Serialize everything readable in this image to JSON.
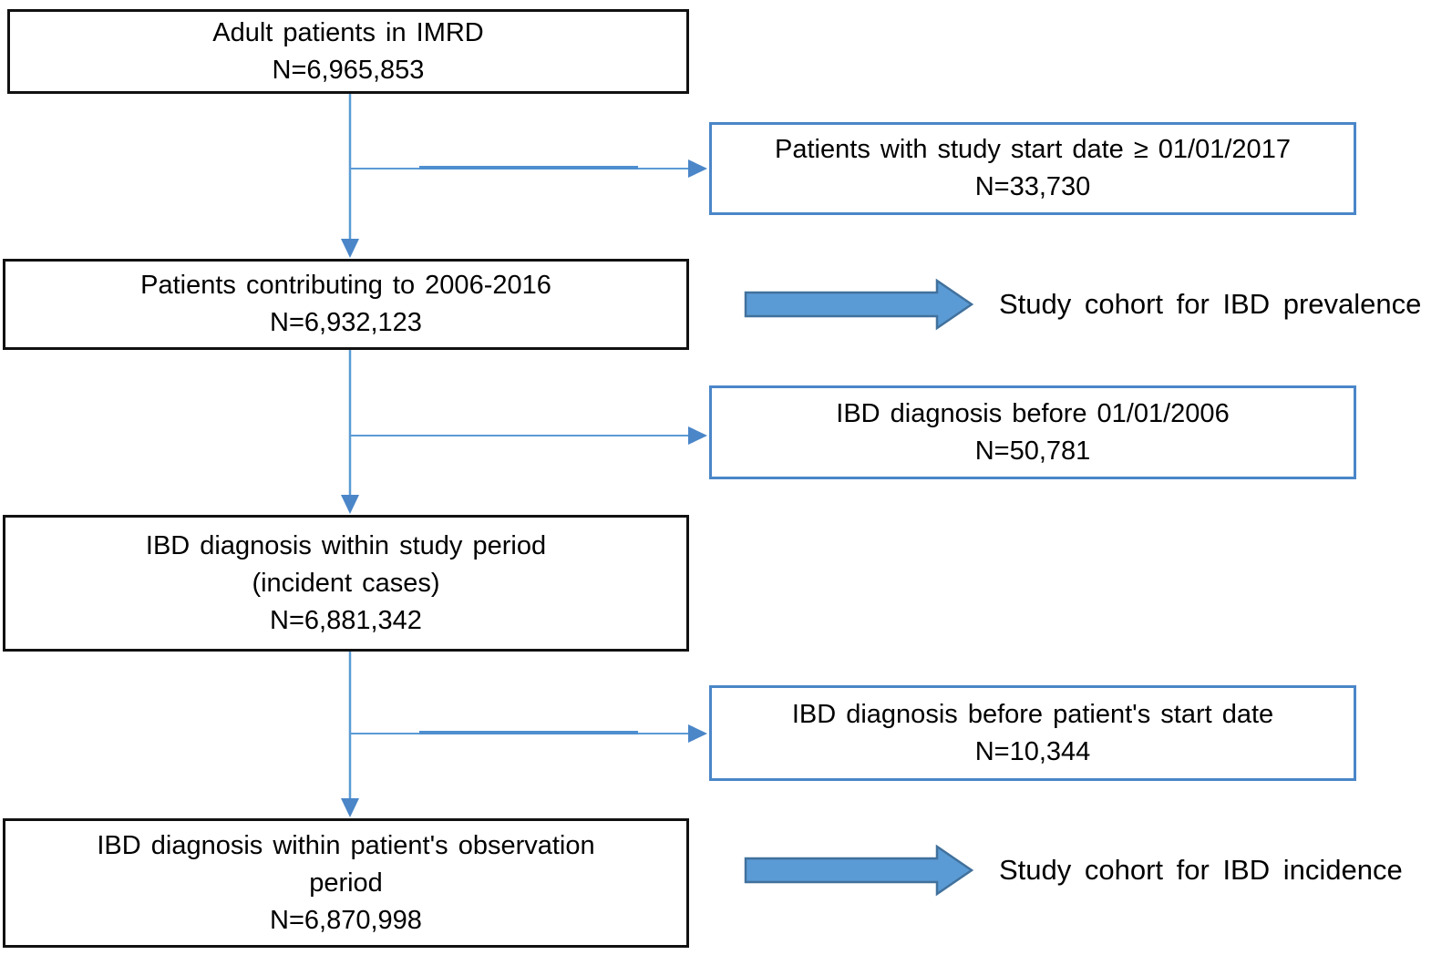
{
  "diagram": {
    "description": "Patient selection flowchart",
    "main_boxes": [
      {
        "id": "adult-patients-imrd",
        "lines": [
          "Adult patients in IMRD",
          "N=6,965,853"
        ]
      },
      {
        "id": "patients-contributing-2006-2016",
        "lines": [
          "Patients contributing to 2006-2016",
          "N=6,932,123"
        ]
      },
      {
        "id": "ibd-diagnosis-within-study-period",
        "lines": [
          "IBD diagnosis within study period",
          "(incident cases)",
          "N=6,881,342"
        ]
      },
      {
        "id": "ibd-diagnosis-within-observation-period",
        "lines": [
          "IBD diagnosis within patient's observation",
          "period",
          "N=6,870,998"
        ]
      }
    ],
    "exclusion_boxes": [
      {
        "id": "excl-study-start-date",
        "lines": [
          "Patients with study start date ≥ 01/01/2017",
          "N=33,730"
        ]
      },
      {
        "id": "excl-ibd-before-2006",
        "lines": [
          "IBD diagnosis before 01/01/2006",
          "N=50,781"
        ]
      },
      {
        "id": "excl-ibd-before-start-date",
        "lines": [
          "IBD diagnosis before patient's start date",
          "N=10,344"
        ]
      }
    ],
    "cohort_labels": [
      {
        "id": "prevalence-cohort",
        "text": "Study cohort for IBD prevalence"
      },
      {
        "id": "incidence-cohort",
        "text": "Study cohort for IBD incidence"
      }
    ],
    "colors": {
      "connector_blue": "#5b9bd5",
      "exclusion_border_blue": "#4a86c8",
      "block_arrow_fill": "#5b9bd5",
      "block_arrow_border": "#41719c",
      "main_box_border": "#111111",
      "text": "#000000"
    }
  }
}
